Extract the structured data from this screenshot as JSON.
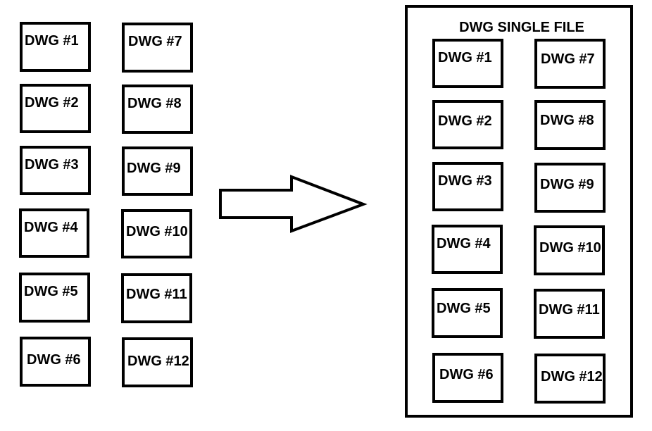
{
  "source_files": [
    {
      "label": "DWG #1"
    },
    {
      "label": "DWG #2"
    },
    {
      "label": "DWG #3"
    },
    {
      "label": "DWG #4"
    },
    {
      "label": "DWG #5"
    },
    {
      "label": "DWG #6"
    },
    {
      "label": "DWG #7"
    },
    {
      "label": "DWG #8"
    },
    {
      "label": "DWG #9"
    },
    {
      "label": "DWG #10"
    },
    {
      "label": "DWG #11"
    },
    {
      "label": "DWG #12"
    }
  ],
  "single_file": {
    "title": "DWG SINGLE FILE",
    "files": [
      {
        "label": "DWG #1"
      },
      {
        "label": "DWG #2"
      },
      {
        "label": "DWG #3"
      },
      {
        "label": "DWG #4"
      },
      {
        "label": "DWG #5"
      },
      {
        "label": "DWG #6"
      },
      {
        "label": "DWG #7"
      },
      {
        "label": "DWG #8"
      },
      {
        "label": "DWG #9"
      },
      {
        "label": "DWG #10"
      },
      {
        "label": "DWG #11"
      },
      {
        "label": "DWG #12"
      }
    ]
  },
  "arrow_icon": "right-arrow-icon",
  "colors": {
    "stroke": "#000000",
    "background": "#ffffff"
  }
}
